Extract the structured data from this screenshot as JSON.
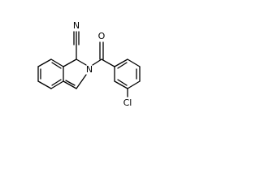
{
  "molecule": {
    "labels": {
      "cyano_n": "N",
      "ring_n": "N",
      "carbonyl_o": "O",
      "chlorine": "Cl"
    }
  }
}
